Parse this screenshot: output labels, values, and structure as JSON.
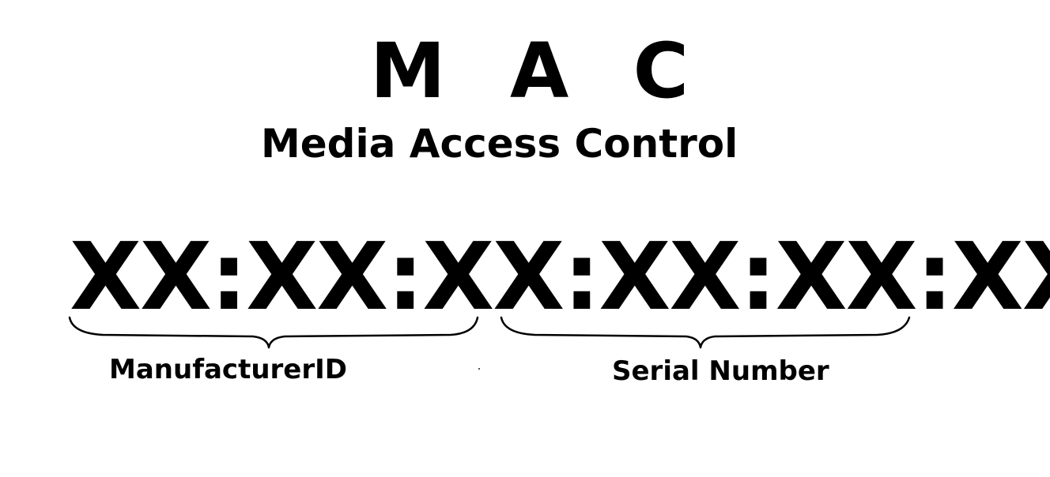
{
  "diagram": {
    "title": "M A C",
    "subtitle": "Media Access Control",
    "format": "XX:XX:XX:XX:XX:XX",
    "labels": {
      "left": "ManufacturerID",
      "right": "Serial Number"
    }
  }
}
